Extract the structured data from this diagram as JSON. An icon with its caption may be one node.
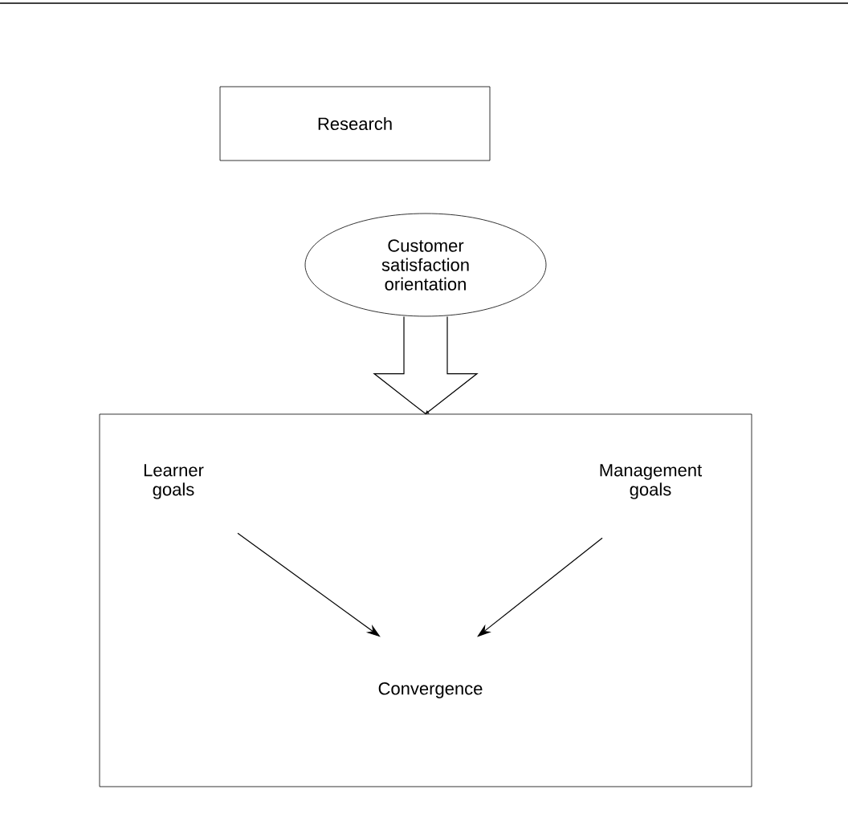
{
  "diagram": {
    "nodes": [
      {
        "text": [
          "Research"
        ]
      },
      {
        "text": [
          "Customer satisfaction orientation"
        ]
      },
      {
        "text": [],
        "shape": "box"
      },
      {
        "text": [
          "Learner goals"
        ],
        "in": 2
      },
      {
        "text": [
          "Management goals"
        ],
        "in": 2
      },
      {
        "text": [
          "Convergence"
        ],
        "in": 2
      }
    ],
    "edges": [
      {
        "from": 1,
        "to": 2,
        "arrow": "to"
      },
      {
        "from": 3,
        "to": 5,
        "arrow": "to"
      },
      {
        "from": 4,
        "to": 5,
        "arrow": "to"
      }
    ]
  }
}
